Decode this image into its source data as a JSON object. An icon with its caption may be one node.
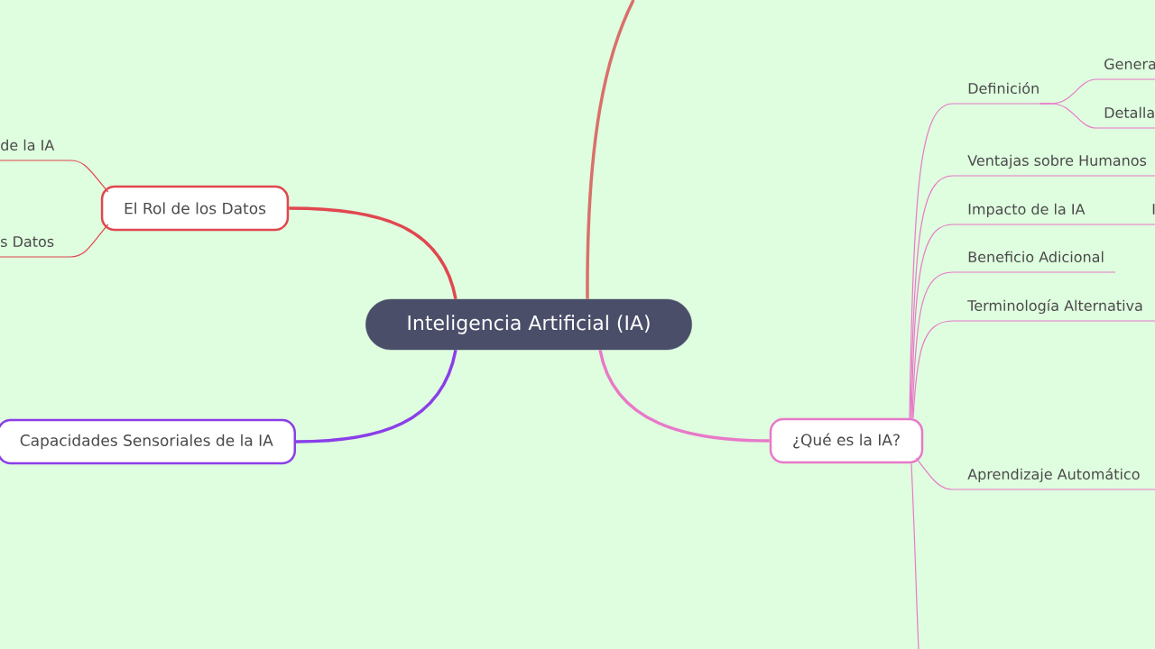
{
  "diagram": {
    "nodes": [
      {
        "text": [
          "Inteligencia Artificial (IA)"
        ]
      },
      {
        "text": [
          "El Rol de los Datos"
        ]
      },
      {
        "text": [
          "de la IA"
        ]
      },
      {
        "text": [
          "s Datos"
        ]
      },
      {
        "text": [
          "Capacidades Sensoriales de la IA"
        ]
      },
      {
        "text": [
          "¿Qué es la IA?"
        ]
      },
      {
        "text": [
          "Definición"
        ]
      },
      {
        "text": [
          "Genera"
        ]
      },
      {
        "text": [
          "Detalla"
        ]
      },
      {
        "text": [
          "Ventajas sobre Humanos"
        ]
      },
      {
        "text": [
          "Impacto de la IA"
        ]
      },
      {
        "text": [
          "Beneficio Adicional"
        ]
      },
      {
        "text": [
          "Terminología Alternativa"
        ]
      },
      {
        "text": [
          "Aprendizaje Automático"
        ]
      },
      {
        "text": [
          "I"
        ]
      }
    ],
    "edges": [
      {
        "from": 0,
        "to": 1,
        "arrow": "none",
        "style": "thick",
        "color": "#e0474f"
      },
      {
        "from": 0,
        "to": 4,
        "arrow": "none",
        "style": "thick",
        "color": "#8a3ee8"
      },
      {
        "from": 0,
        "to": 5,
        "arrow": "none",
        "style": "thick"
      },
      {
        "from": 0,
        "to": null,
        "arrow": "none",
        "style": "thick",
        "color": "#d9706a"
      },
      {
        "from": 1,
        "to": 2,
        "arrow": "none",
        "color": "#e0474f"
      },
      {
        "from": 1,
        "to": 3,
        "arrow": "none",
        "color": "#e0474f"
      },
      {
        "from": 5,
        "to": 6,
        "arrow": "none"
      },
      {
        "from": 5,
        "to": 9,
        "arrow": "none"
      },
      {
        "from": 5,
        "to": 10,
        "arrow": "none"
      },
      {
        "from": 5,
        "to": 11,
        "arrow": "none"
      },
      {
        "from": 5,
        "to": 12,
        "arrow": "none"
      },
      {
        "from": 5,
        "to": 13,
        "arrow": "none"
      },
      {
        "from": 5,
        "to": null,
        "arrow": "none"
      },
      {
        "from": 6,
        "to": 7,
        "arrow": "none"
      },
      {
        "from": 6,
        "to": 8,
        "arrow": "none"
      },
      {
        "from": 10,
        "to": 14,
        "arrow": "none"
      }
    ]
  }
}
